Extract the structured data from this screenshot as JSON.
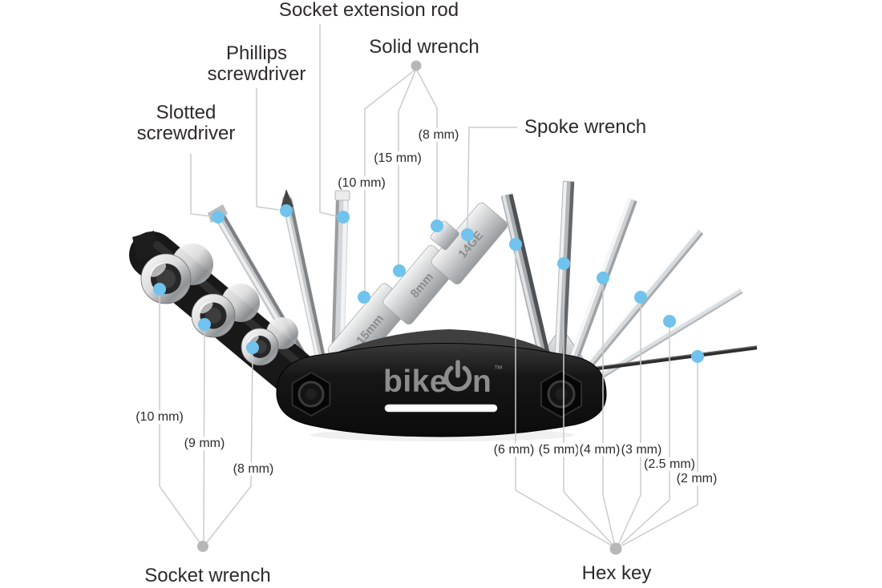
{
  "parts": {
    "socket_extension_rod": {
      "label": "Socket extension rod"
    },
    "phillips_screwdriver": {
      "label_line1": "Phillips",
      "label_line2": "screwdriver"
    },
    "solid_wrench": {
      "label": "Solid wrench",
      "sizes": [
        "(8 mm)",
        "(15 mm)",
        "(10 mm)"
      ]
    },
    "slotted_screwdriver": {
      "label_line1": "Slotted",
      "label_line2": "screwdriver"
    },
    "spoke_wrench": {
      "label": "Spoke wrench"
    },
    "socket_wrench": {
      "label": "Socket wrench",
      "sizes": [
        "(10 mm)",
        "(9 mm)",
        "(8 mm)"
      ]
    },
    "hex_key": {
      "label": "Hex key",
      "sizes": [
        "(6 mm)",
        "(5 mm)",
        "(4 mm)",
        "(3 mm)",
        "(2.5 mm)",
        "(2 mm)"
      ]
    }
  },
  "engravings": {
    "wrench_15": "15mm",
    "wrench_8": "8mm",
    "spoke_gauge": "14GE"
  },
  "brand": {
    "name": "bikeOn",
    "prefix": "bike",
    "suffix": "n",
    "trademark": "™"
  },
  "colors": {
    "marker_blue": "#6fc3ed",
    "leader_line": "#c9cccd",
    "junction_dot": "#b7b7b7",
    "text": "#2d2a2b",
    "body_black": "#111111",
    "logo_gray": "#8d8d8d"
  }
}
